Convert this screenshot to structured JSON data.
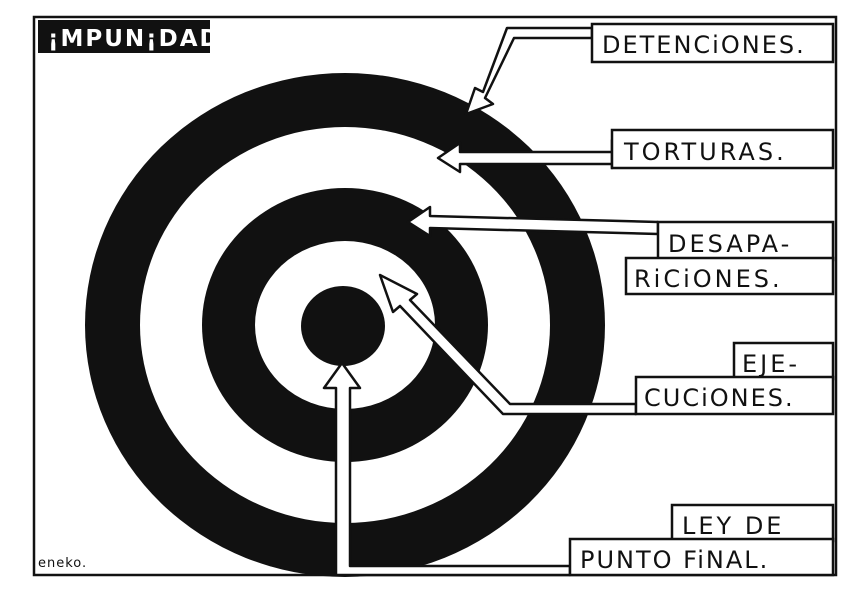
{
  "title": "¡MPUN¡DAD",
  "labels": [
    {
      "lines": [
        "DETENCiONES."
      ]
    },
    {
      "lines": [
        "TORTURAS."
      ]
    },
    {
      "lines": [
        "DESAPA-",
        "RiCiONES."
      ]
    },
    {
      "lines": [
        "EJE-",
        "CUCiONES."
      ]
    },
    {
      "lines": [
        "LEY DE",
        "PUNTO FiNAL."
      ]
    }
  ],
  "signature": "eneko.",
  "colors": {
    "ink": "#111111",
    "paper": "#ffffff"
  }
}
